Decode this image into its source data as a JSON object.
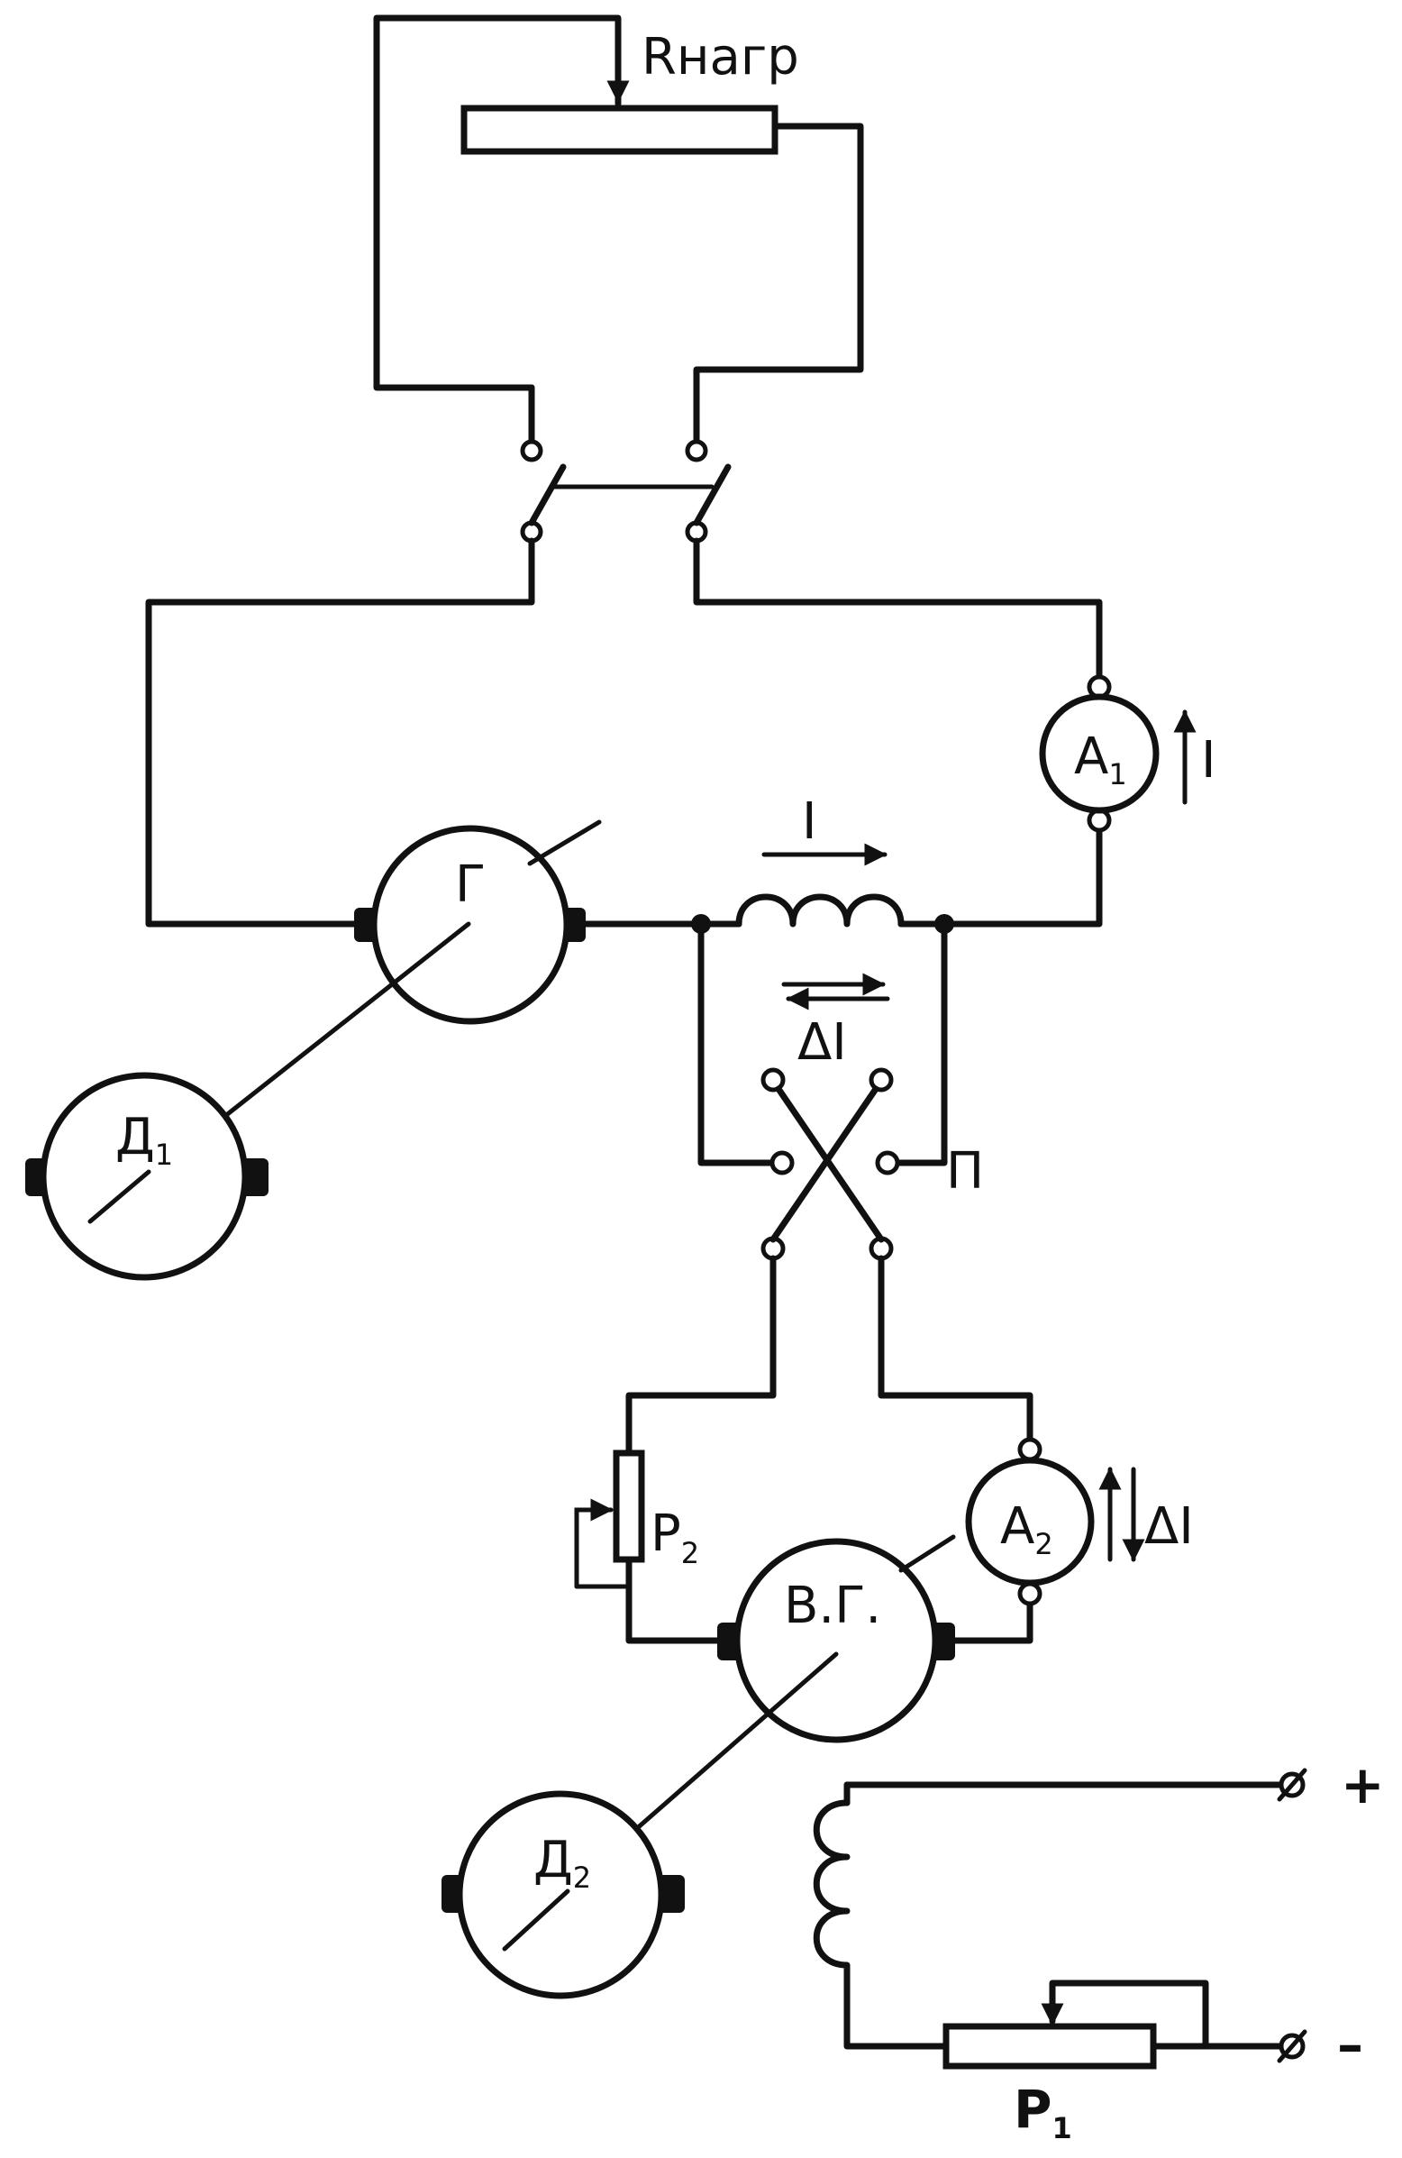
{
  "labels": {
    "r_load": "Rнагр",
    "a1_letter": "A",
    "a1_index": "1",
    "i_top": "I",
    "i_right": "I",
    "g": "Г",
    "d1_letter": "Д",
    "d1_index": "1",
    "delta_i_mid": "ΔI",
    "p": "П",
    "p2_letter": "P",
    "p2_index": "2",
    "a2_letter": "A",
    "a2_index": "2",
    "delta_i_right": "ΔI",
    "vg": "В.Г.",
    "d2_letter": "Д",
    "d2_index": "2",
    "plus": "+",
    "minus": "–",
    "p1_letter": "P",
    "p1_index": "1"
  }
}
